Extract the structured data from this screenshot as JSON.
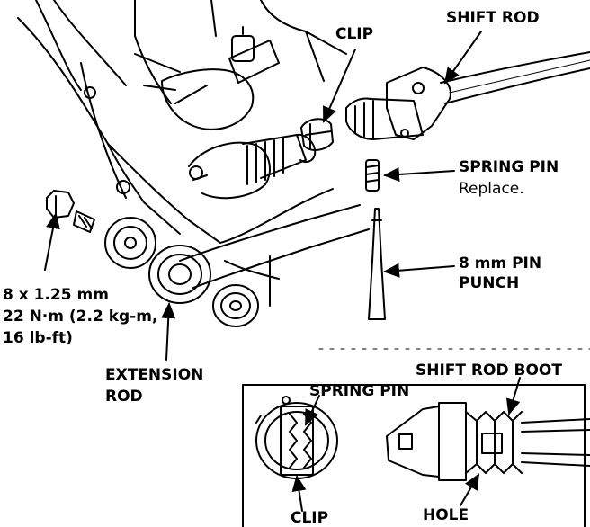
{
  "labels": {
    "shift_rod": "SHIFT ROD",
    "clip_top": "CLIP",
    "spring_pin": "SPRING PIN",
    "spring_pin_note": "Replace.",
    "pin_punch_line1": "8 mm PIN",
    "pin_punch_line2": "PUNCH",
    "bolt_line1": "8 x 1.25 mm",
    "bolt_line2": "22 N·m (2.2 kg-m,",
    "bolt_line3": "16 lb-ft)",
    "extension_rod_line1": "EXTENSION",
    "extension_rod_line2": "ROD",
    "detail_spring_pin": "SPRING PIN",
    "detail_shift_rod_boot": "SHIFT ROD BOOT",
    "detail_clip": "CLIP",
    "detail_hole": "HOLE"
  },
  "colors": {
    "ink": "#000000",
    "paper": "#ffffff"
  }
}
